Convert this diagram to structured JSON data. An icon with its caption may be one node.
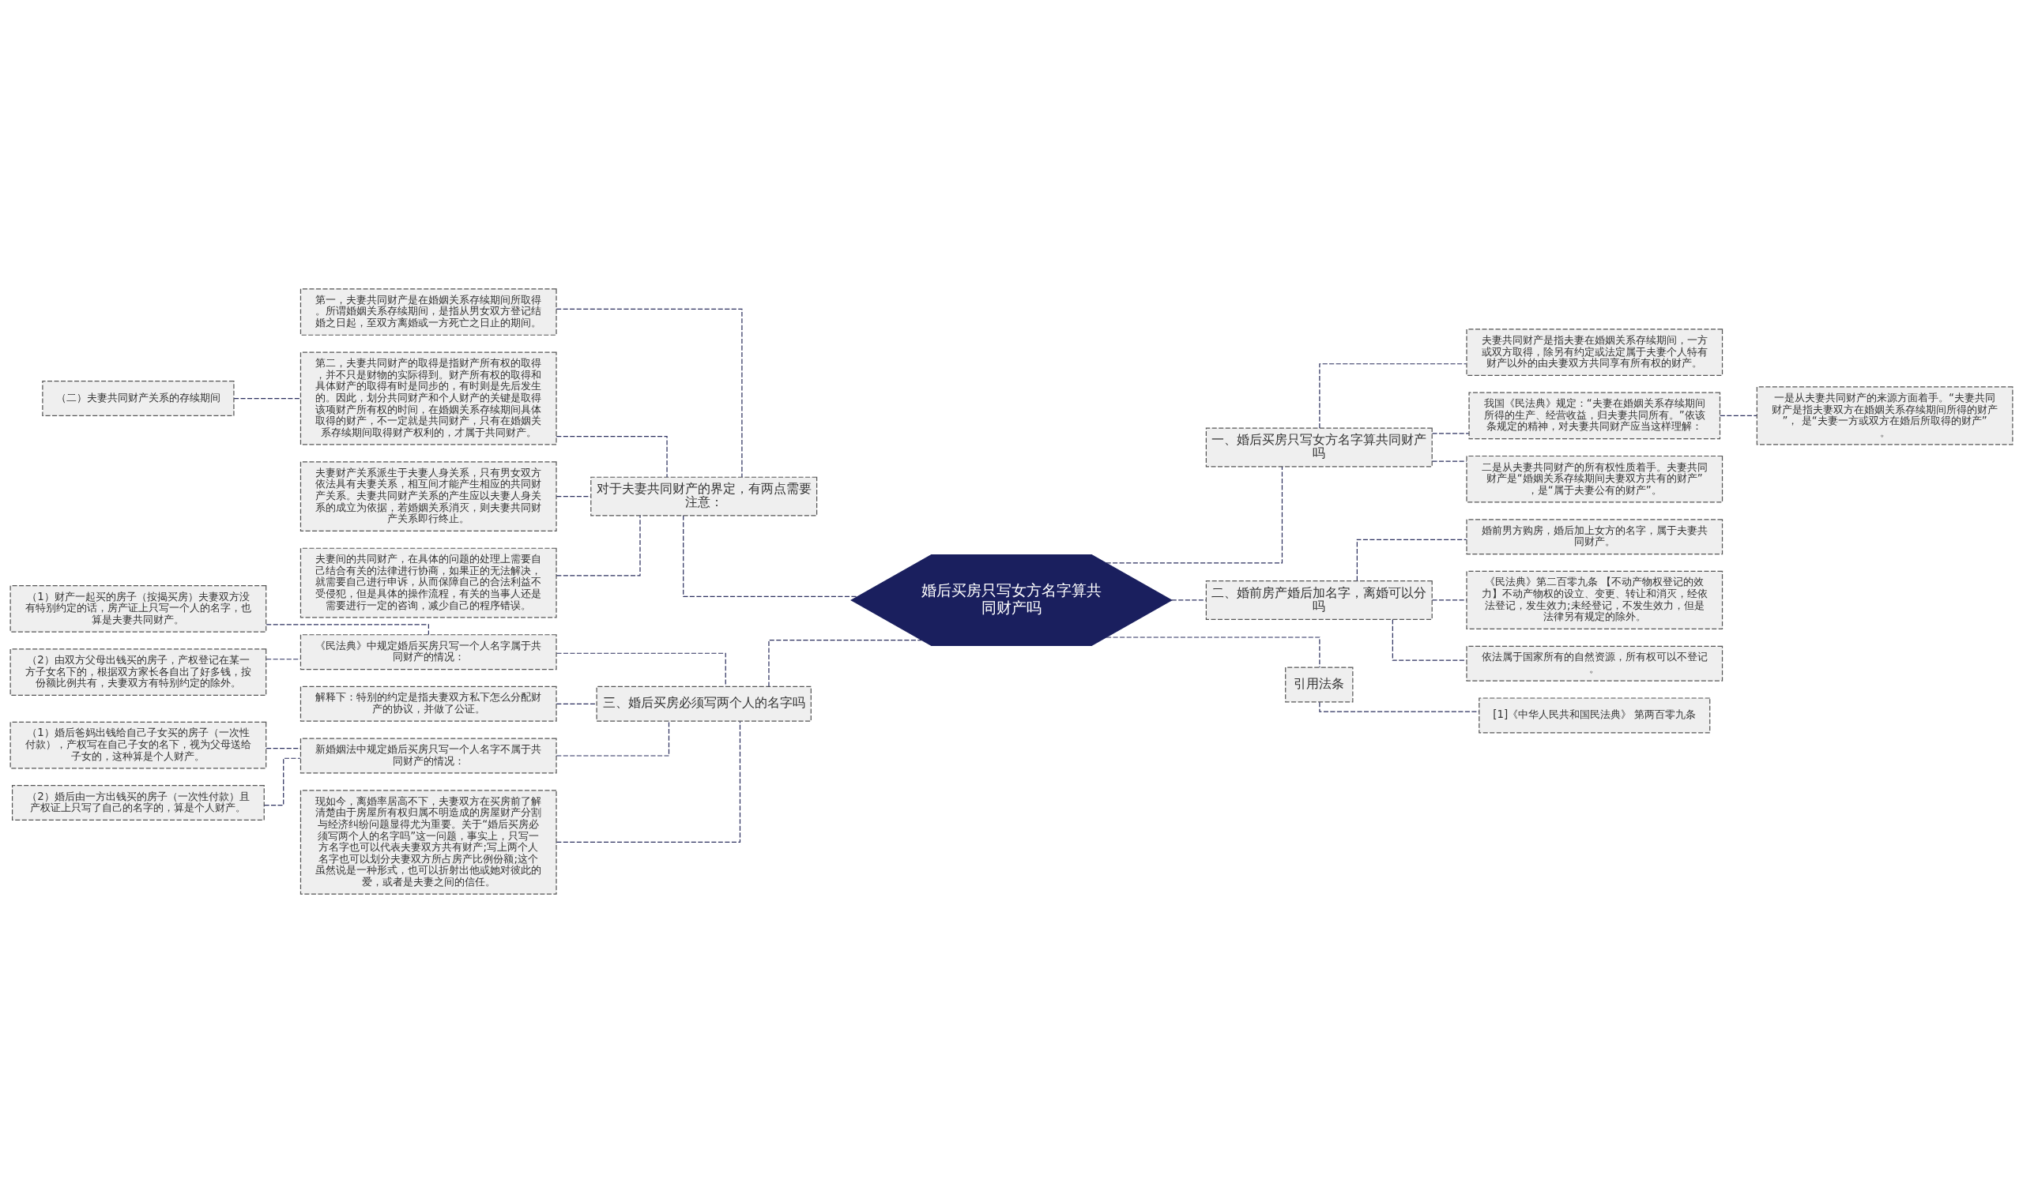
{
  "diagram": {
    "nodes": [
      {
        "text": [
          "婚后买房只写女方名字算共同财产吗"
        ]
      },
      {
        "text": [
          "一、婚后买房只写女方名字算共同财产吗"
        ]
      },
      {
        "text": [
          "二、婚前房产婚后加名字，离婚可以分吗"
        ]
      },
      {
        "text": [
          "引用法条"
        ]
      },
      {
        "text": [
          "对于夫妻共同财产的界定，有两点需要注意："
        ]
      },
      {
        "text": [
          "三、婚后买房必须写两个人的名字吗"
        ]
      },
      {
        "text": [
          "夫妻共同财产是指夫妻在婚姻关系存续期间，一方或双方取得，除另有约定或法定属于夫妻个人特有财产以外的由夫妻双方共同享有所有权的财产。"
        ]
      },
      {
        "text": [
          "我国《民法典》规定：“夫妻在婚姻关系存续期间所得的生产、经营收益，归夫妻共同所有。”依该条规定的精神，对夫妻共同财产应当这样理解："
        ]
      },
      {
        "text": [
          "二是从夫妻共同财产的所有权性质着手。夫妻共同财产是“婚姻关系存续期间夫妻双方共有的财产”，是“属于夫妻公有的财产”。"
        ]
      },
      {
        "text": [
          "一是从夫妻共同财产的来源方面着手。“夫妻共同财产是指夫妻双方在婚姻关系存续期间所得的财产”， 是“夫妻一方或双方在婚后所取得的财产”。"
        ]
      },
      {
        "text": [
          "婚前男方购房，婚后加上女方的名字，属于夫妻共同财产。"
        ]
      },
      {
        "text": [
          "《民法典》第二百零九条 【不动产物权登记的效力】不动产物权的设立、变更、转让和消灭，经依法登记，发生效力;未经登记，不发生效力，但是法律另有规定的除外。"
        ]
      },
      {
        "text": [
          "依法属于国家所有的自然资源，所有权可以不登记。"
        ]
      },
      {
        "text": [
          "[1]《中华人民共和国民法典》 第两百零九条"
        ]
      },
      {
        "text": [
          "第一，夫妻共同财产是在婚姻关系存续期间所取得。所谓婚姻关系存续期间，是指从男女双方登记结婚之日起，至双方离婚或一方死亡之日止的期间。"
        ]
      },
      {
        "text": [
          "第二，夫妻共同财产的取得是指财产所有权的取得，并不只是财物的实际得到。财产所有权的取得和具体财产的取得有时是同步的，有时则是先后发生的。因此，划分共同财产和个人财产的关键是取得该项财产所有权的时间，在婚姻关系存续期间具体取得的财产，不一定就是共同财产，只有在婚姻关系存续期间取得财产权利的，才属于共同财产。"
        ]
      },
      {
        "text": [
          "夫妻财产关系派生于夫妻人身关系，只有男女双方依法具有夫妻关系，相互间才能产生相应的共同财产关系。夫妻共同财产关系的产生应以夫妻人身关系的成立为依据，若婚姻关系消灭，则夫妻共同财产关系即行终止。"
        ]
      },
      {
        "text": [
          "夫妻间的共同财产，在具体的问题的处理上需要自己结合有关的法律进行协商，如果正的无法解决，就需要自己进行申诉，从而保障自己的合法利益不受侵犯，但是具体的操作流程，有关的当事人还是需要进行一定的咨询，减少自己的程序错误。"
        ]
      },
      {
        "text": [
          "（二）夫妻共同财产关系的存续期间"
        ]
      },
      {
        "text": [
          "《民法典》中规定婚后买房只写一个人名字属于共同财产的情况："
        ]
      },
      {
        "text": [
          "解释下：特别的约定是指夫妻双方私下怎么分配财产的协议，并做了公证。"
        ]
      },
      {
        "text": [
          "新婚姻法中规定婚后买房只写一个人名字不属于共同财产的情况："
        ]
      },
      {
        "text": [
          "现如今，离婚率居高不下，夫妻双方在买房前了解清楚由于房屋所有权归属不明造成的房屋财产分割与经济纠纷问题显得尤为重要。关于“婚后买房必须写两个人的名字吗”这一问题，事实上，只写一方名字也可以代表夫妻双方共有财产;写上两个人名字也可以划分夫妻双方所占房产比例份额;这个虽然说是一种形式，也可以折射出他或她对彼此的爱，或者是夫妻之间的信任。"
        ]
      },
      {
        "text": [
          "（1）财产一起买的房子（按揭买房）夫妻双方没有特别约定的话，房产证上只写一个人的名字，也算是夫妻共同财产。"
        ]
      },
      {
        "text": [
          "（2）由双方父母出钱买的房子，产权登记在某一方子女名下的，根据双方家长各自出了好多钱，按份额比例共有，夫妻双方有特别约定的除外。"
        ]
      },
      {
        "text": [
          "（1）婚后爸妈出钱给自己子女买的房子（一次性付款），产权写在自己子女的名下，视为父母送给子女的，这种算是个人财产。"
        ]
      },
      {
        "text": [
          "（2）婚后由一方出钱买的房子（一次性付款）且产权证上只写了自己的名字的，算是个人财产。"
        ]
      }
    ],
    "edges": [
      {
        "from": 0,
        "to": 1,
        "arrow": "none"
      },
      {
        "from": 0,
        "to": 2,
        "arrow": "none"
      },
      {
        "from": 0,
        "to": 3,
        "arrow": "none"
      },
      {
        "from": 0,
        "to": 4,
        "arrow": "none"
      },
      {
        "from": 0,
        "to": 5,
        "arrow": "none"
      },
      {
        "from": 1,
        "to": 6,
        "arrow": "none"
      },
      {
        "from": 1,
        "to": 7,
        "arrow": "none"
      },
      {
        "from": 1,
        "to": 8,
        "arrow": "none"
      },
      {
        "from": 7,
        "to": 9,
        "arrow": "none"
      },
      {
        "from": 2,
        "to": 10,
        "arrow": "none"
      },
      {
        "from": 2,
        "to": 11,
        "arrow": "none"
      },
      {
        "from": 2,
        "to": 12,
        "arrow": "none"
      },
      {
        "from": 3,
        "to": 13,
        "arrow": "none"
      },
      {
        "from": 4,
        "to": 14,
        "arrow": "none"
      },
      {
        "from": 4,
        "to": 15,
        "arrow": "none"
      },
      {
        "from": 4,
        "to": 16,
        "arrow": "none"
      },
      {
        "from": 4,
        "to": 17,
        "arrow": "none"
      },
      {
        "from": 15,
        "to": 18,
        "arrow": "none"
      },
      {
        "from": 5,
        "to": 19,
        "arrow": "none"
      },
      {
        "from": 5,
        "to": 20,
        "arrow": "none"
      },
      {
        "from": 5,
        "to": 21,
        "arrow": "none"
      },
      {
        "from": 5,
        "to": 22,
        "arrow": "none"
      },
      {
        "from": 19,
        "to": 23,
        "arrow": "none"
      },
      {
        "from": 19,
        "to": 24,
        "arrow": "none"
      },
      {
        "from": 21,
        "to": 25,
        "arrow": "none"
      },
      {
        "from": 21,
        "to": 26,
        "arrow": "none"
      }
    ]
  }
}
